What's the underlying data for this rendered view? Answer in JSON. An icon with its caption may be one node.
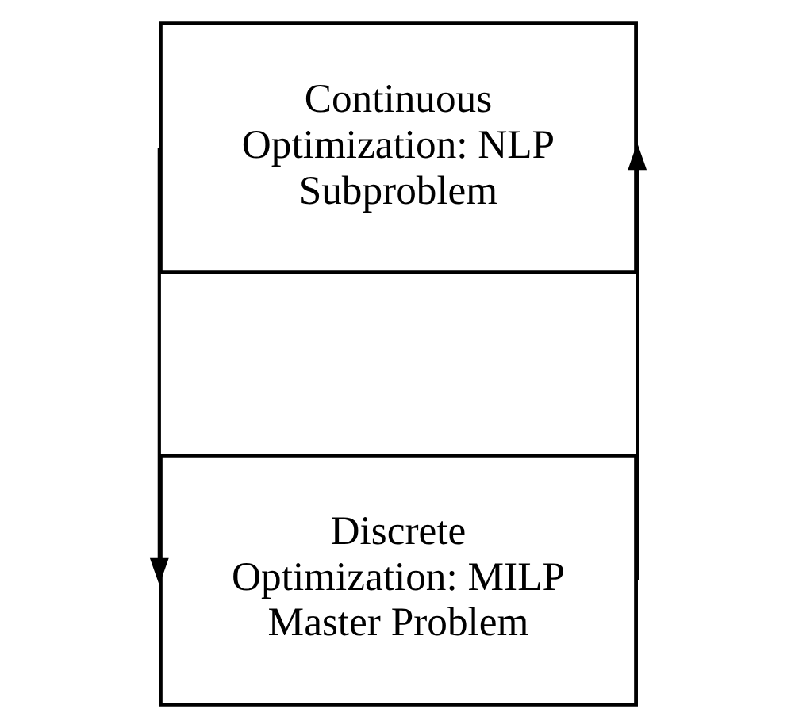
{
  "diagram": {
    "nodes": [
      {
        "text": [
          "Continuous Optimization: NLP Subproblem"
        ]
      },
      {
        "text": [
          "Discrete Optimization: MILP Master Problem"
        ]
      }
    ],
    "edges": [
      {
        "from": 0,
        "to": 1,
        "arrow": "to"
      },
      {
        "from": 1,
        "to": 0,
        "arrow": "to"
      }
    ]
  }
}
